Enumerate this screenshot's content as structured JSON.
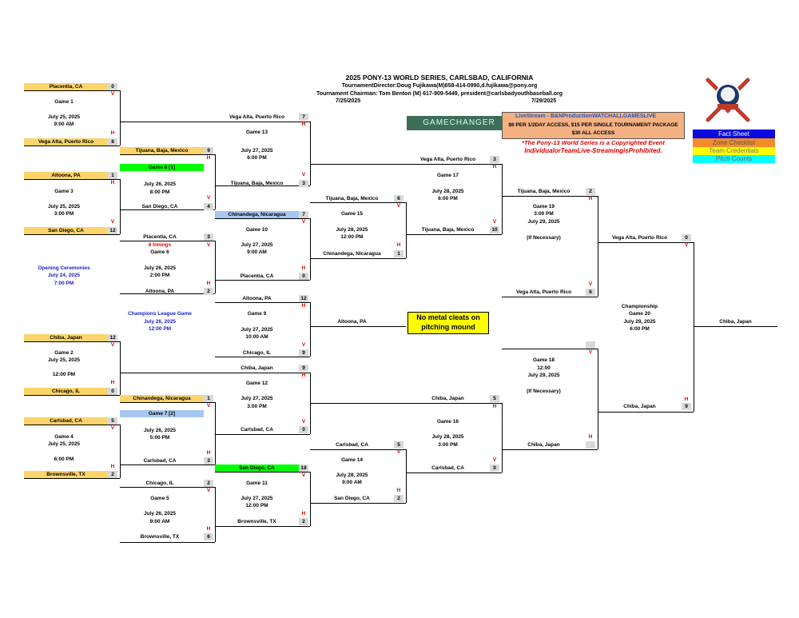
{
  "header": {
    "title": "2025 PONY-13 WORLD SERIES, CARLSBAD, CALIFORNIA",
    "director": "TournamentDirector:Doug Fujikawa(M)858-414-0990,d.fujikawa@pony.org",
    "chairman": "Tournament Chairman: Tom Benton (M) 617-909-5449, president@carlsbadyouthbaseball.org",
    "date_start": "7/25/2025",
    "date_end": "7/29/2025"
  },
  "livestream": {
    "title": "LiveStream - B&NProductionWATCHALLGAMESLIVE",
    "pricing": "$6 PER 1/2DAY ACCESS, $15 PER SINGLE TOURNAMENT PACKAGE",
    "all_access": "$30 ALL ACCESS"
  },
  "gamechanger": "GAMECHANGER",
  "copyright": {
    "line1": "*The Pony-13 World Series is a Copyrighted Event",
    "line2": "IndividualorTeamLive-StreamingisProhibited."
  },
  "links": {
    "fact_sheet": "Fact Sheet",
    "zone_checklist": "Zone Checklist",
    "team_credentials": "Team Credentials",
    "pitch_counts": "Pitch Counts"
  },
  "notice": {
    "line1": "No metal cleats on",
    "line2": "pitching mound"
  },
  "ceremonies": {
    "title": "Opening Ceremonies",
    "date": "July 24, 2025",
    "time": "7:00 PM"
  },
  "champions": {
    "title": "Champions League Game",
    "date": "July 26, 2025",
    "time": "12:00 PM"
  },
  "t": {
    "placentia": "Placentia, CA",
    "vega_alta": "Vega Alta, Puerto Rico",
    "tijuana": "Tijuana, Baja, Mexico",
    "altoona": "Altoona, PA",
    "san_diego": "San Diego, CA",
    "chinandega": "Chinandega, Nicaragua",
    "chinandega2": "Chinandega, Nicaragua",
    "chinandega3": "Chinandega, Nicaragua",
    "chiba": "Chiba, Japan",
    "chicago": "Chicago, IL",
    "carlsbad": "Carlsbad, CA",
    "brownsville": "Brownsville, TX",
    "game8": "Game 8 [1]",
    "game7": "Game 7 [2]",
    "inn8": "8 Innings"
  },
  "v": "V",
  "h": "H",
  "s": {
    "s0": "0",
    "s7": "7",
    "s8": "8",
    "s9": "9",
    "s1": "1",
    "s3": "3",
    "s4": "4",
    "s12": "12",
    "s2": "2",
    "s6": "6",
    "s10": "10",
    "s5": "5",
    "s18": "18"
  },
  "g": {
    "g1": "Game 1",
    "g2": "Game 2",
    "g3": "Game 3",
    "g4": "Game 4",
    "g5": "Game 5",
    "g6": "Game 6",
    "g9": "Game 9",
    "g10": "Game 10",
    "g11": "Game 11",
    "g12": "Game 12",
    "g13": "Game 13",
    "g14": "Game 14",
    "g15": "Game 15",
    "g16": "Game 16",
    "g17": "Game 17",
    "g18": "Game 18",
    "g19": "Game 19",
    "champ": "Championship",
    "g20": "Game 20",
    "ifn": "(If Necessary)"
  },
  "d": {
    "jul25": "July 25, 2025",
    "jul26": "July 26, 2025",
    "jul27": "July 27, 2025",
    "jul28": "July 28, 2025",
    "jul29": "July 29, 2025"
  },
  "tm": {
    "900am": "9:00 AM",
    "300pm": "3:00 PM",
    "600pm": "6:00 PM",
    "1200pm": "12:00 PM",
    "800pm": "8:00 PM",
    "200pm": "2:00 PM",
    "500pm": "5:00 PM",
    "1000am": "10:00 AM",
    "1200": "12:00"
  }
}
